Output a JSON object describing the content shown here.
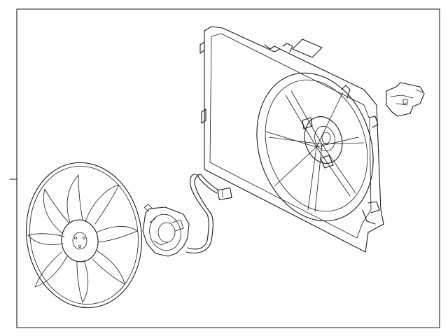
{
  "diagram": {
    "parts": [
      {
        "name": "fan-shroud",
        "visible": true
      },
      {
        "name": "fan-blade",
        "visible": true
      },
      {
        "name": "fan-motor",
        "visible": true
      },
      {
        "name": "wiring-harness",
        "visible": true
      },
      {
        "name": "resistor-module",
        "visible": true
      },
      {
        "name": "label-plate",
        "visible": true
      }
    ],
    "callouts": []
  }
}
